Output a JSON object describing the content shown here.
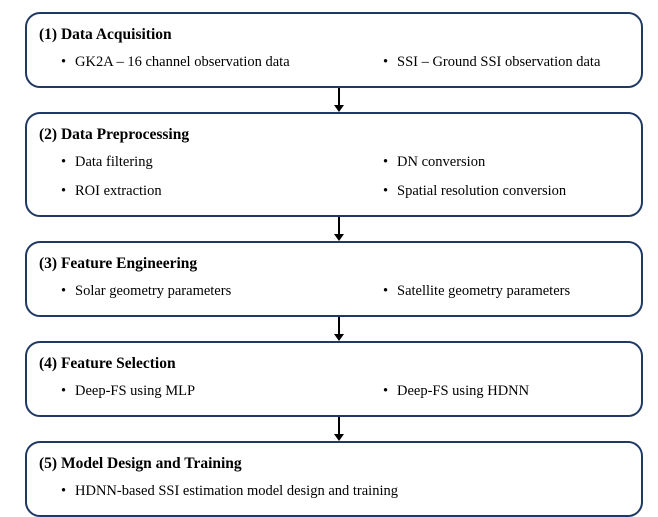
{
  "colors": {
    "box_border": "#1f3864",
    "arrow": "#000000",
    "text": "#000000",
    "background": "#ffffff"
  },
  "steps": [
    {
      "title": "(1) Data Acquisition",
      "columns": [
        [
          "GK2A – 16 channel observation data"
        ],
        [
          "SSI – Ground SSI observation data"
        ]
      ]
    },
    {
      "title": "(2) Data Preprocessing",
      "columns": [
        [
          "Data filtering",
          "ROI extraction"
        ],
        [
          "DN conversion",
          "Spatial resolution conversion"
        ]
      ]
    },
    {
      "title": "(3) Feature Engineering",
      "columns": [
        [
          "Solar geometry parameters"
        ],
        [
          "Satellite geometry parameters"
        ]
      ]
    },
    {
      "title": "(4) Feature Selection",
      "columns": [
        [
          "Deep-FS using MLP"
        ],
        [
          "Deep-FS using HDNN"
        ]
      ]
    },
    {
      "title": "(5) Model Design and Training",
      "columns": [
        [
          "HDNN-based SSI estimation model design and training"
        ],
        []
      ]
    }
  ]
}
